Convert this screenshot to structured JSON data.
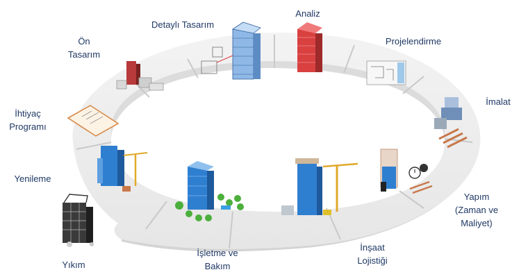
{
  "stages": [
    {
      "id": "on-tasarim",
      "lines": [
        "Ön",
        "Tasarım"
      ]
    },
    {
      "id": "detayli-tasarim",
      "lines": [
        "Detaylı Tasarım"
      ]
    },
    {
      "id": "analiz",
      "lines": [
        "Analiz"
      ]
    },
    {
      "id": "projelendirme",
      "lines": [
        "Projelendirme"
      ]
    },
    {
      "id": "imalat",
      "lines": [
        "İmalat"
      ]
    },
    {
      "id": "yapim",
      "lines": [
        "Yapım",
        "(Zaman ve",
        "Maliyet)"
      ]
    },
    {
      "id": "insaat-lojistigi",
      "lines": [
        "İnşaat",
        "Lojistiği"
      ]
    },
    {
      "id": "isletme-ve-bakim",
      "lines": [
        "İşletme ve",
        "Bakım"
      ]
    },
    {
      "id": "yikim",
      "lines": [
        "Yıkım"
      ]
    },
    {
      "id": "yenileme",
      "lines": [
        "Yenileme"
      ]
    },
    {
      "id": "ihtiyac-programi",
      "lines": [
        "İhtiyaç",
        "Programı"
      ]
    }
  ],
  "colors": {
    "label": "#1f3864",
    "ring_top": "#eeeeee",
    "ring_side": "#d6d6d6",
    "building_blue": "#2f7fd1",
    "building_red": "#d94040",
    "crane": "#e0a92a",
    "tree": "#4caf3c",
    "wood": "#c8784a"
  }
}
